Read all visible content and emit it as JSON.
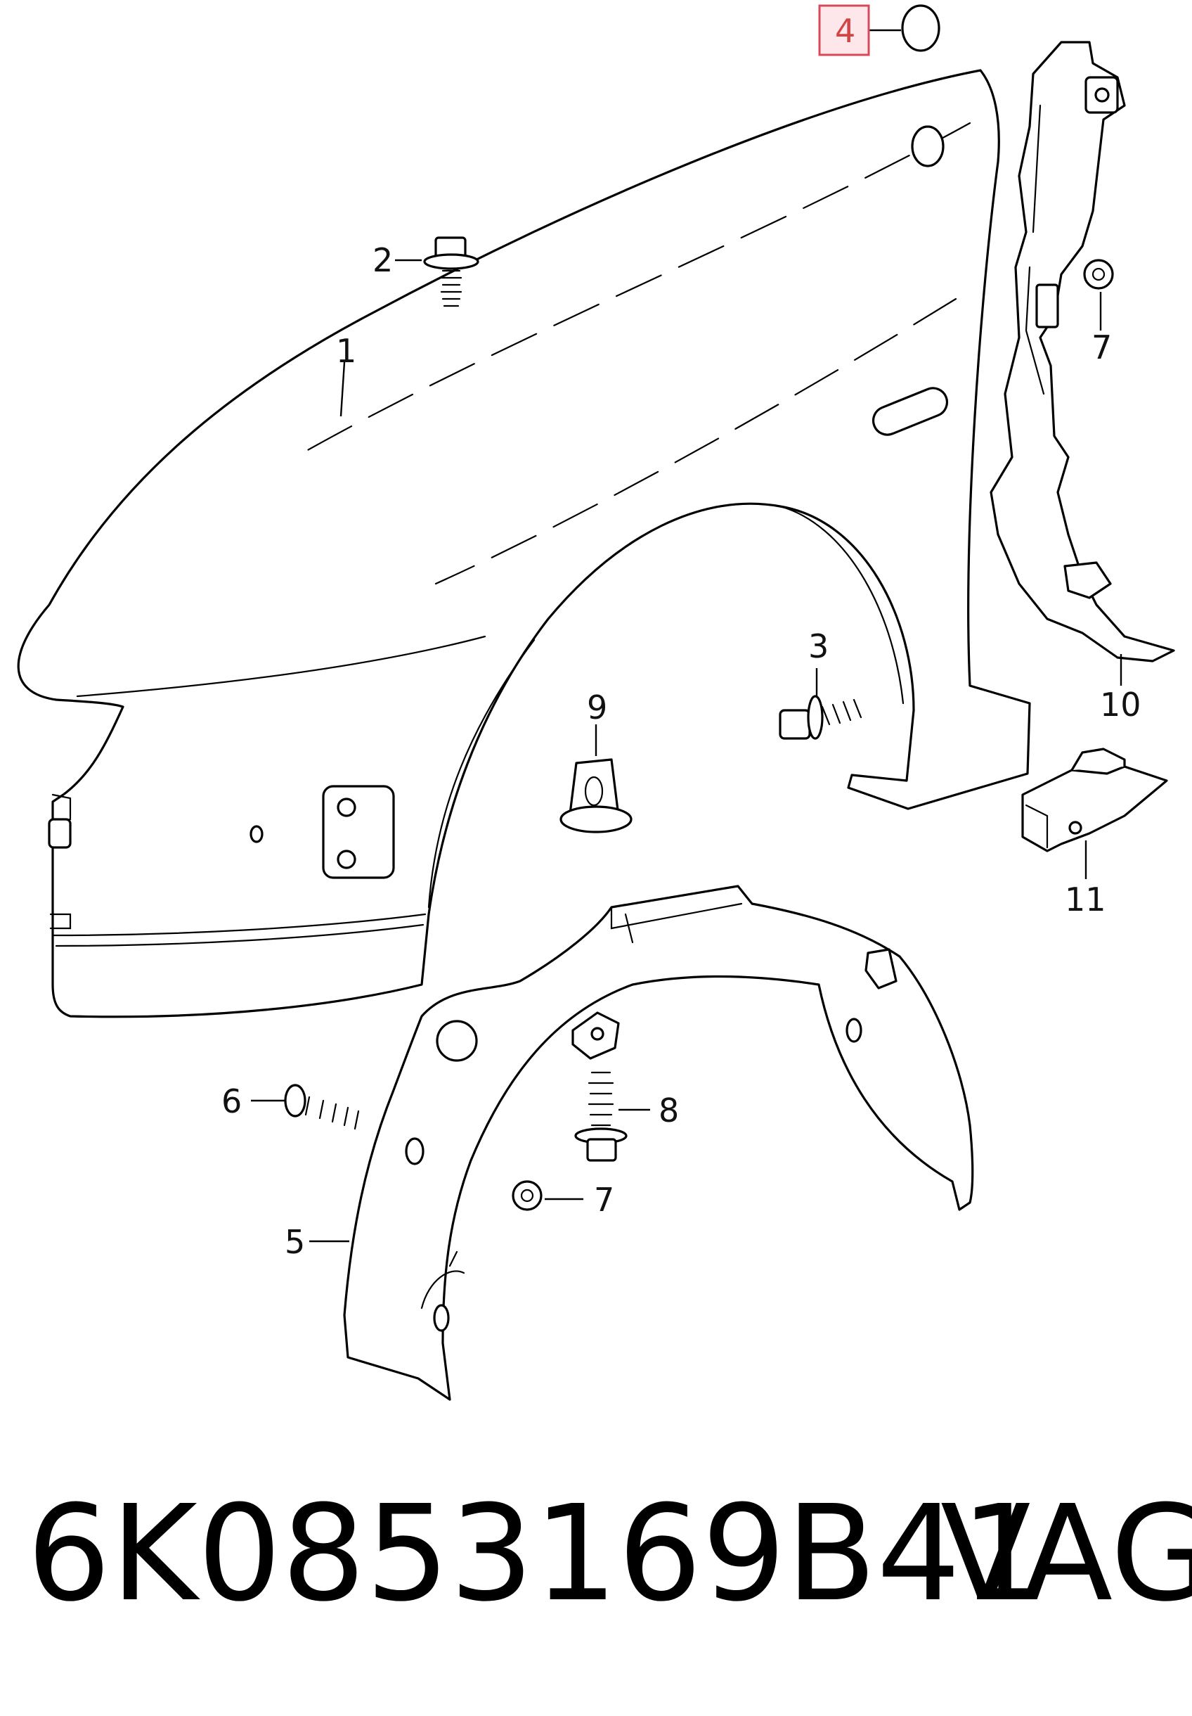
{
  "callouts": {
    "c1": "1",
    "c2": "2",
    "c3": "3",
    "c4": "4",
    "c5": "5",
    "c6": "6",
    "c7a": "7",
    "c7b": "7",
    "c8": "8",
    "c9": "9",
    "c10": "10",
    "c11": "11"
  },
  "highlight_color": "#d64a5a",
  "footer": {
    "part_number": "6K0853169B41",
    "brand": "VAG"
  }
}
